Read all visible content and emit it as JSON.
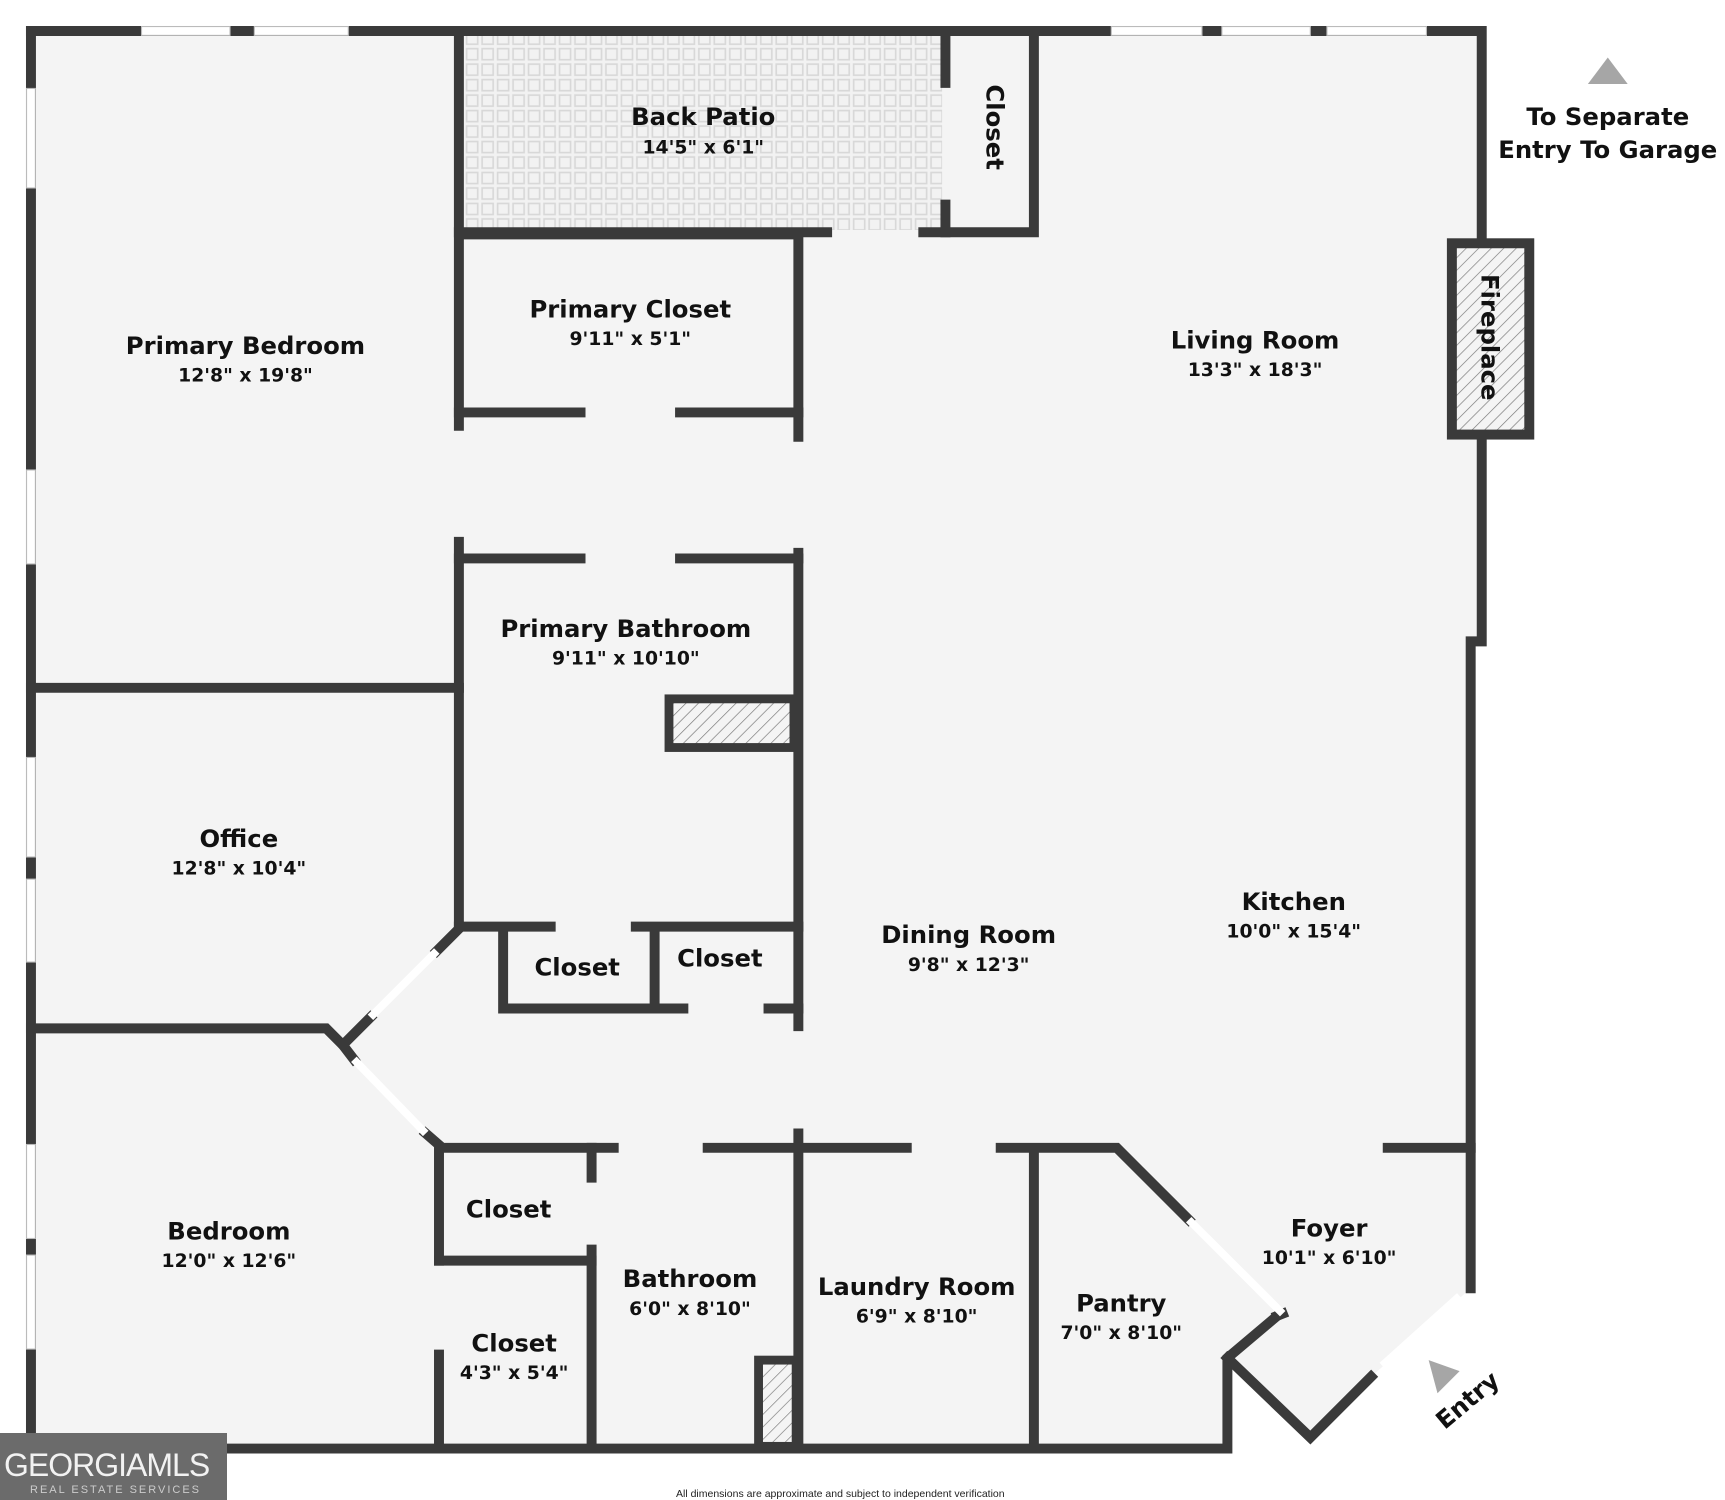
{
  "rooms": {
    "back_patio": {
      "name": "Back Patio",
      "dims": "14'5\" x 6'1\""
    },
    "closet_top": {
      "name": "Closet"
    },
    "primary_bedroom": {
      "name": "Primary Bedroom",
      "dims": "12'8\" x 19'8\""
    },
    "primary_closet": {
      "name": "Primary Closet",
      "dims": "9'11\" x 5'1\""
    },
    "living_room": {
      "name": "Living Room",
      "dims": "13'3\" x 18'3\""
    },
    "fireplace": {
      "name": "Fireplace"
    },
    "primary_bathroom": {
      "name": "Primary Bathroom",
      "dims": "9'11\" x 10'10\""
    },
    "office": {
      "name": "Office",
      "dims": "12'8\" x 10'4\""
    },
    "closet_a": {
      "name": "Closet"
    },
    "closet_b": {
      "name": "Closet"
    },
    "dining_room": {
      "name": "Dining Room",
      "dims": "9'8\" x 12'3\""
    },
    "kitchen": {
      "name": "Kitchen",
      "dims": "10'0\" x 15'4\""
    },
    "bedroom": {
      "name": "Bedroom",
      "dims": "12'0\" x 12'6\""
    },
    "closet_c": {
      "name": "Closet"
    },
    "closet_d": {
      "name": "Closet",
      "dims": "4'3\" x 5'4\""
    },
    "bathroom": {
      "name": "Bathroom",
      "dims": "6'0\" x 8'10\""
    },
    "laundry_room": {
      "name": "Laundry Room",
      "dims": "6'9\" x 8'10\""
    },
    "pantry": {
      "name": "Pantry",
      "dims": "7'0\" x 8'10\""
    },
    "foyer": {
      "name": "Foyer",
      "dims": "10'1\" x 6'10\""
    }
  },
  "annotations": {
    "garage_line1": "To Separate",
    "garage_line2": "Entry To Garage",
    "entry": "Entry"
  },
  "logo": {
    "main": "GEORGIAMLS",
    "sub": "REAL ESTATE SERVICES"
  },
  "disclaimer": "All dimensions are approximate and subject to independent verification",
  "colors": {
    "wall": "#3a3a3a",
    "floor": "#f4f4f4",
    "arrow": "#a6a6a6"
  }
}
